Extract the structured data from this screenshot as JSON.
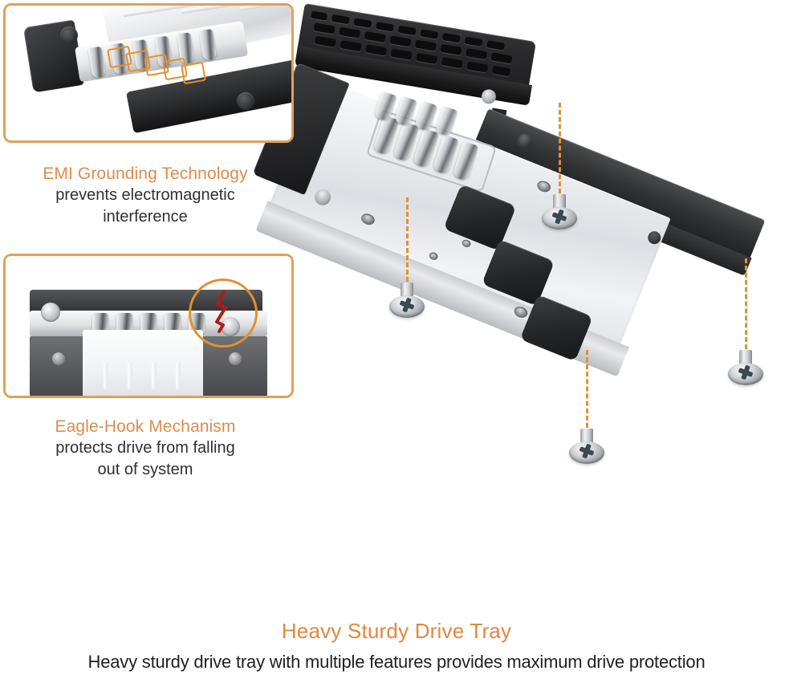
{
  "page": {
    "title": "Heavy Sturdy Drive Tray",
    "background_color": "#ffffff",
    "accent_color": "#DD8C4C",
    "frame_border_color": "#E0A05A",
    "callout_line_color": "#E2912F",
    "body_text_color": "#2f2f2f"
  },
  "features": [
    {
      "id": "emi-grounding",
      "heading": "EMI Grounding Technology",
      "body_line_1": "prevents electromagnetic",
      "body_line_2": "interference",
      "image_alt": "Close-up of drive tray EMI grounding spring contacts highlighted with orange outlines",
      "highlight_shape": "rectangles",
      "highlight_count": 5
    },
    {
      "id": "eagle-hook",
      "heading": "Eagle-Hook Mechanism",
      "body_line_1": "protects drive from falling",
      "body_line_2": "out of system",
      "image_alt": "Close-up of eagle-hook latch highlighted with an orange circle and red zigzag marker",
      "highlight_shape": "circle",
      "highlight_count": 1
    }
  ],
  "hero": {
    "image_alt": "Heavy sturdy 3.5 inch hard drive tray shown at an angle with its perforated black handle open, silver chassis, black rubber mounting pads and four mounting screws called out with dashed lines",
    "callouts": [
      {
        "id": "screw-top-right",
        "label": "mounting-screw"
      },
      {
        "id": "screw-mid-left",
        "label": "mounting-screw"
      },
      {
        "id": "screw-bottom-mid",
        "label": "mounting-screw"
      },
      {
        "id": "screw-bottom-right",
        "label": "mounting-screw"
      }
    ],
    "callout_count": 4
  },
  "footer": {
    "heading": "Heavy Sturdy Drive Tray",
    "body": "Heavy sturdy drive tray with multiple features provides maximum drive protection"
  }
}
